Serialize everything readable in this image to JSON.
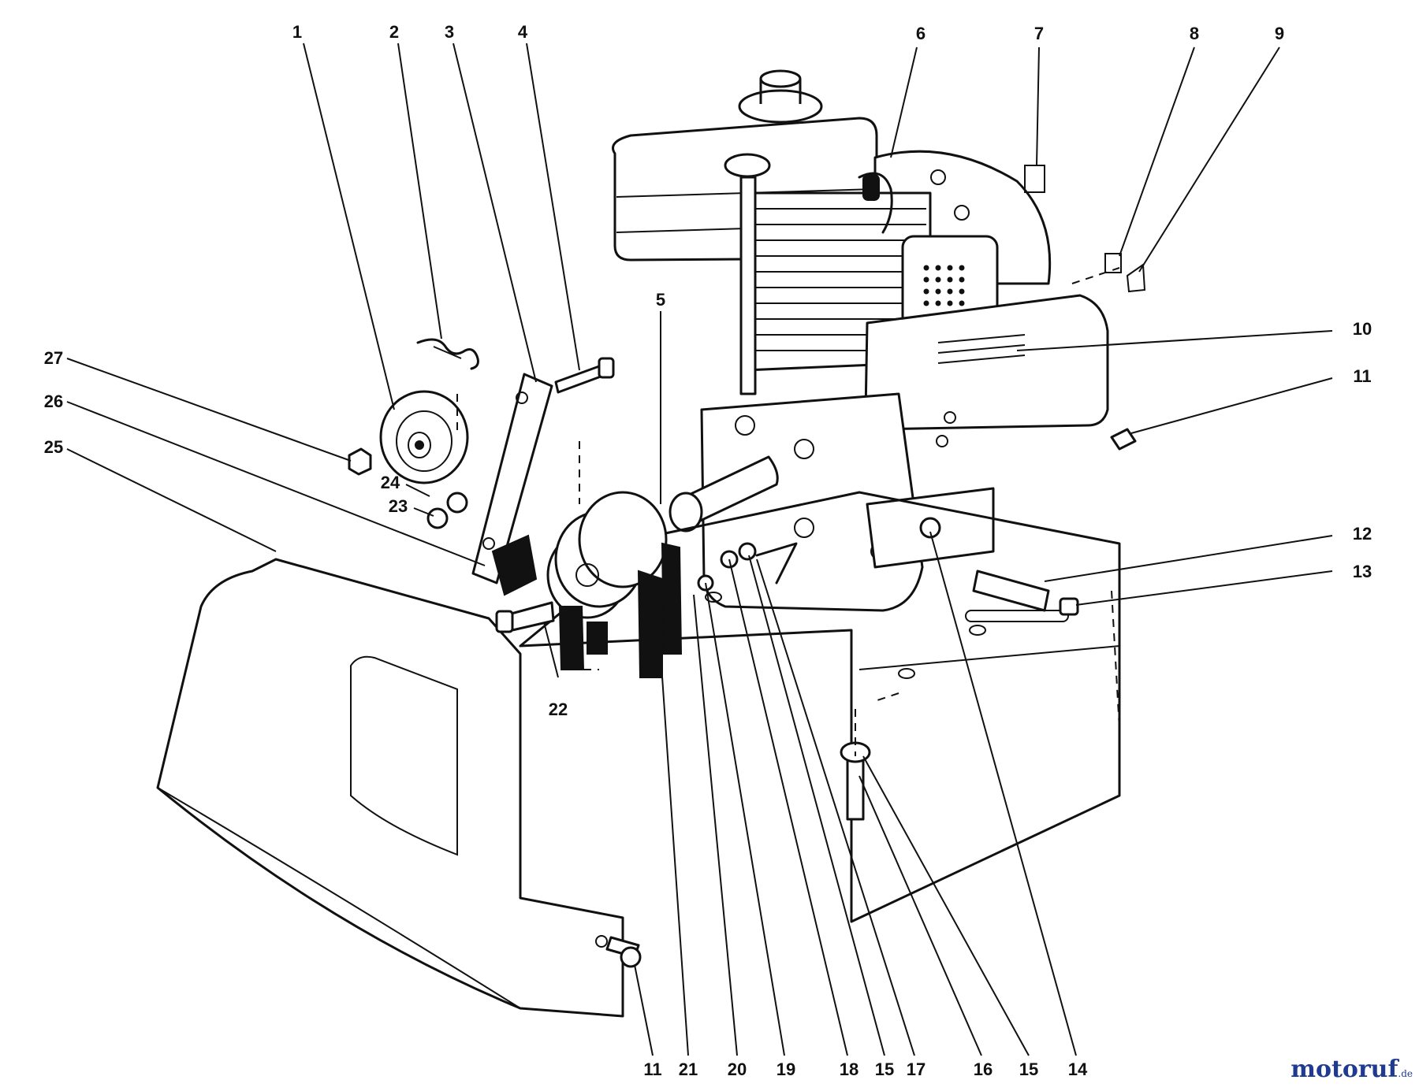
{
  "callouts": [
    {
      "label": "1"
    },
    {
      "label": "2"
    },
    {
      "label": "3"
    },
    {
      "label": "4"
    },
    {
      "label": "5"
    },
    {
      "label": "6"
    },
    {
      "label": "7"
    },
    {
      "label": "8"
    },
    {
      "label": "9"
    },
    {
      "label": "10"
    },
    {
      "label": "11"
    },
    {
      "label": "27"
    },
    {
      "label": "26"
    },
    {
      "label": "25"
    },
    {
      "label": "24"
    },
    {
      "label": "23"
    },
    {
      "label": "12"
    },
    {
      "label": "13"
    },
    {
      "label": "22"
    },
    {
      "label": "11"
    },
    {
      "label": "21"
    },
    {
      "label": "20"
    },
    {
      "label": "19"
    },
    {
      "label": "18"
    },
    {
      "label": "15"
    },
    {
      "label": "17"
    },
    {
      "label": "16"
    },
    {
      "label": "15"
    },
    {
      "label": "14"
    }
  ],
  "watermark": {
    "main": "motoruf",
    "tld": ".de"
  },
  "colors": {
    "ink": "#111111",
    "watermark": "#1f3a8f",
    "background": "#ffffff"
  }
}
